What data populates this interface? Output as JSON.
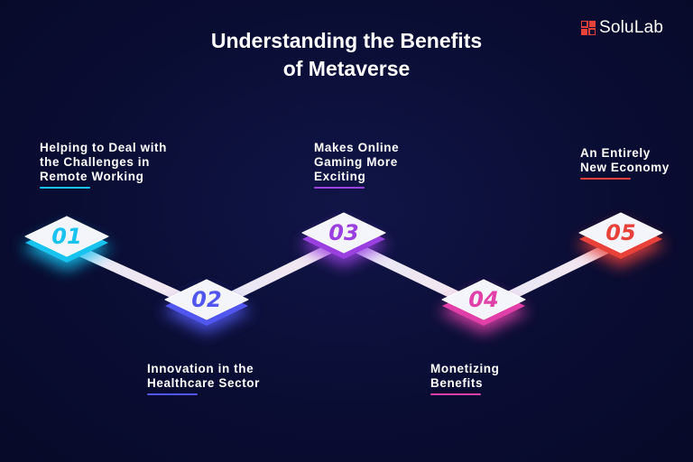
{
  "title": {
    "line1": "Understanding the Benefits",
    "line2": "of Metaverse"
  },
  "logo": {
    "text": "SoluLab",
    "mark_icon": "solulab-logo-mark-icon",
    "mark_color": "#e8413a"
  },
  "steps": [
    {
      "number": "01",
      "lines": [
        "Helping to Deal with",
        "the Challenges in",
        "Remote Working"
      ],
      "color": "#19c3f0"
    },
    {
      "number": "02",
      "lines": [
        "Innovation in the",
        "Healthcare Sector"
      ],
      "color": "#5157ee"
    },
    {
      "number": "03",
      "lines": [
        "Makes Online",
        "Gaming More",
        "Exciting"
      ],
      "color": "#9a3fe0"
    },
    {
      "number": "04",
      "lines": [
        "Monetizing",
        "Benefits"
      ],
      "color": "#e040a8"
    },
    {
      "number": "05",
      "lines": [
        "An Entirely",
        "New Economy"
      ],
      "color": "#e8413a"
    }
  ]
}
